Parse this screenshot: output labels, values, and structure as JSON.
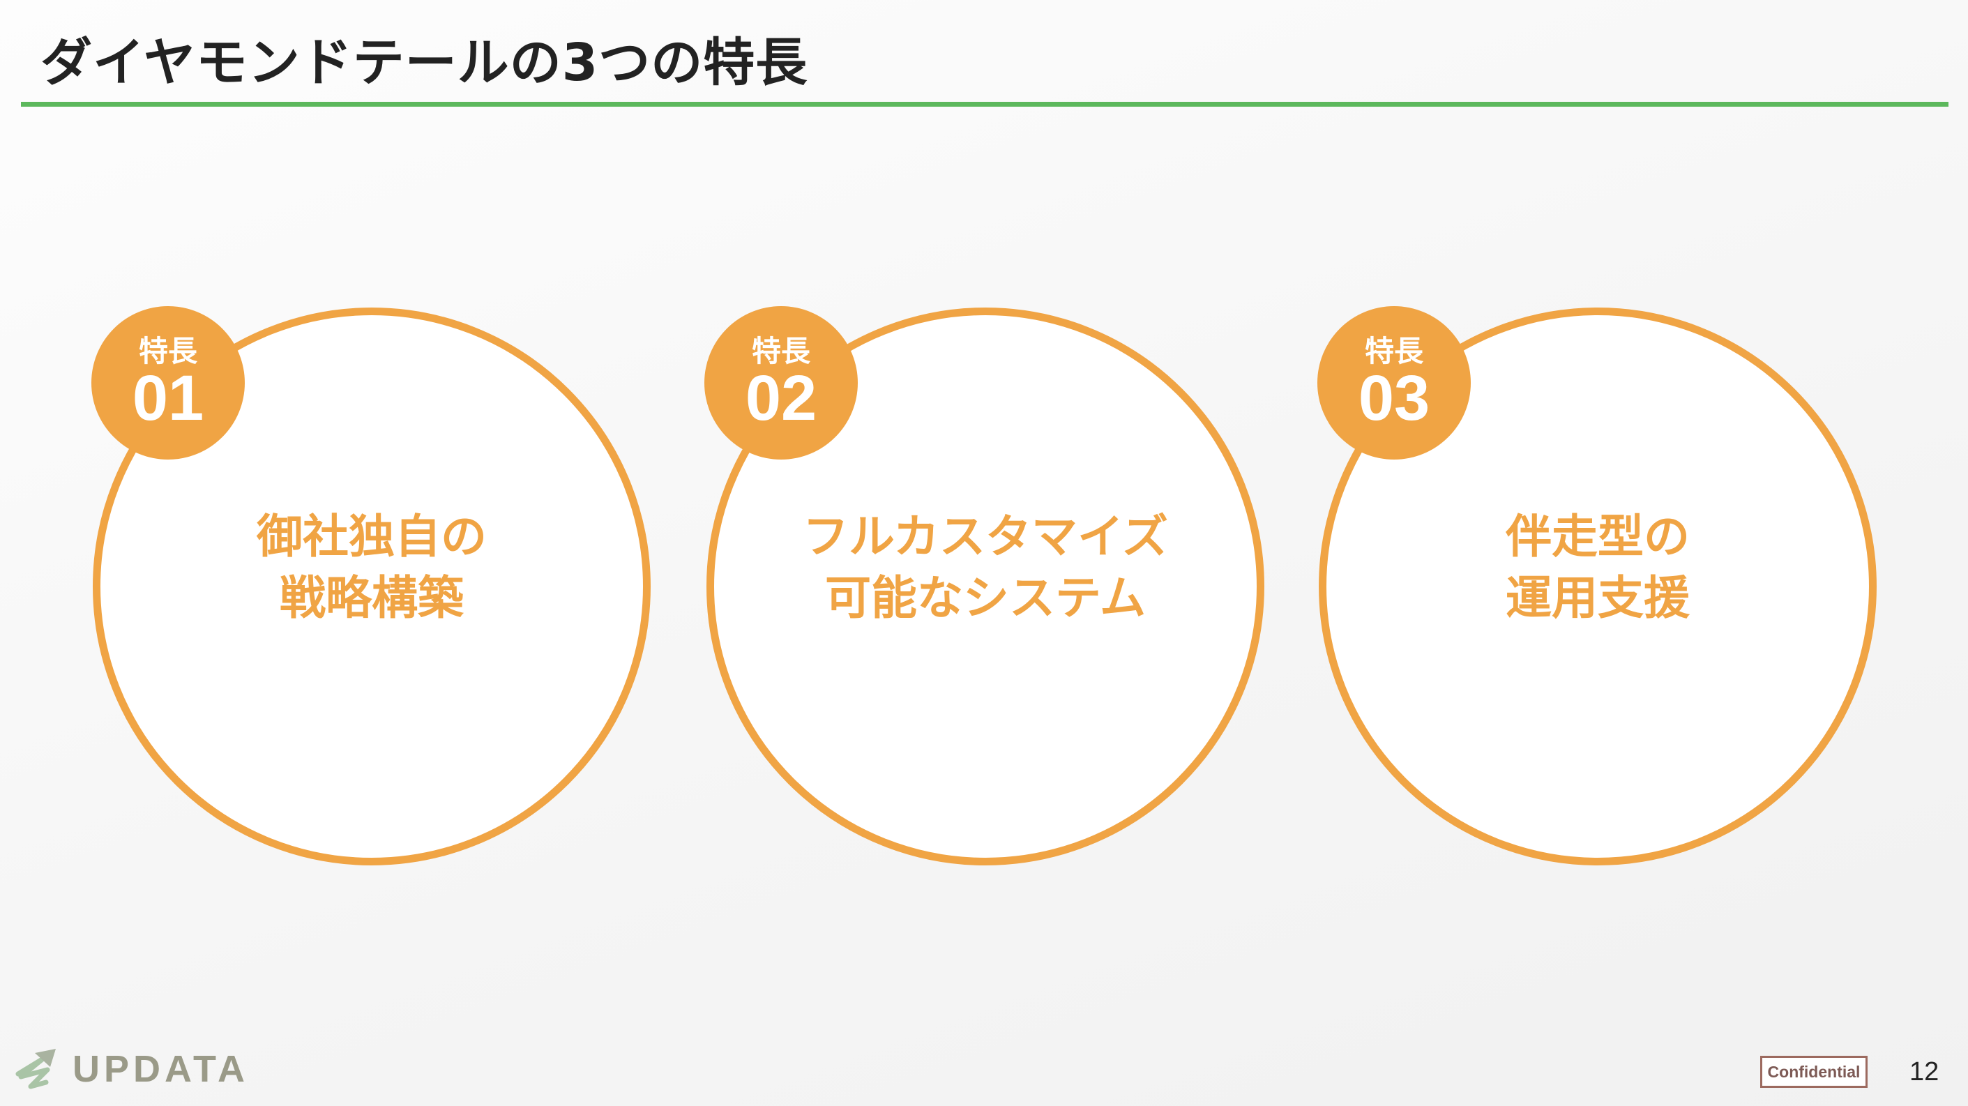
{
  "title": "ダイヤモンドテールの3つの特長",
  "features": [
    {
      "label": "特長",
      "number": "01",
      "line1": "御社独自の",
      "line2": "戦略構築"
    },
    {
      "label": "特長",
      "number": "02",
      "line1": "フルカスタマイズ",
      "line2": "可能なシステム"
    },
    {
      "label": "特長",
      "number": "03",
      "line1": "伴走型の",
      "line2": "運用支援"
    }
  ],
  "footer": {
    "logo_text": "UPDATA",
    "confidential": "Confidential",
    "page_number": "12"
  },
  "colors": {
    "accent": "#f0a444",
    "rule": "#5cb85c"
  }
}
